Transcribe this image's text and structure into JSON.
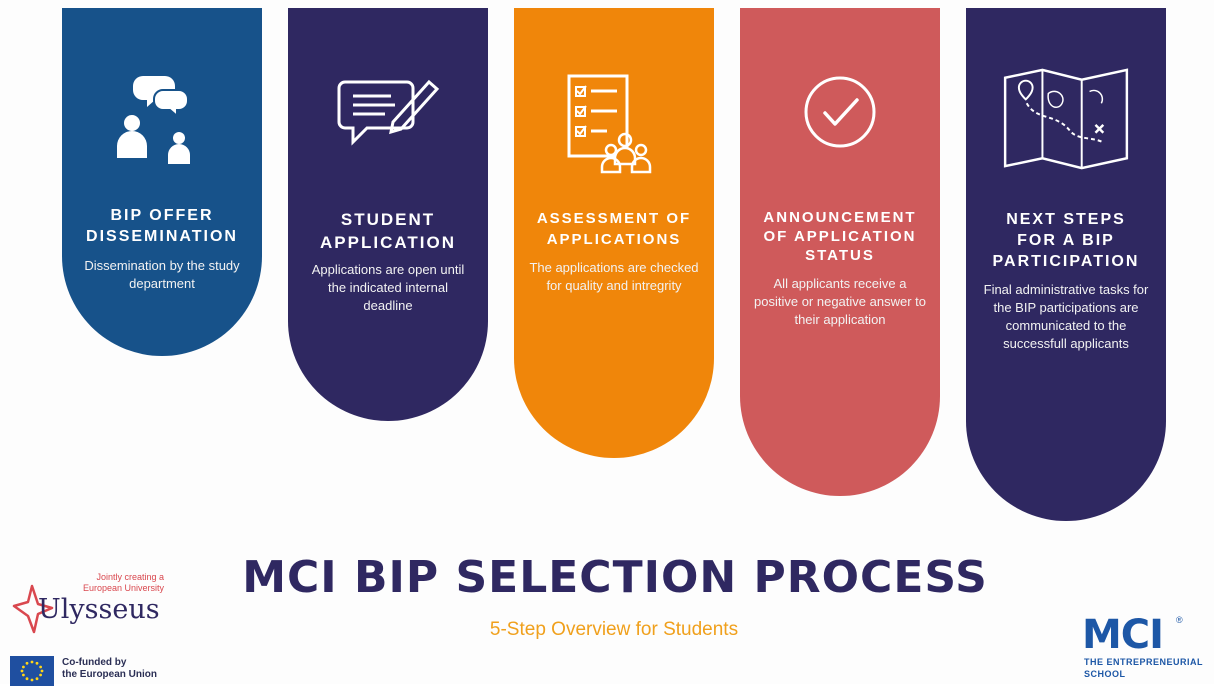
{
  "colors": {
    "step1": "#17528a",
    "step2": "#2f2861",
    "step3": "#f0860a",
    "step4": "#cf5a5b",
    "step5": "#2f2861",
    "title": "#2f2861",
    "subtitle": "#f0a01c"
  },
  "steps": [
    {
      "title": "BIP OFFER DISSEMINATION",
      "description": "Dissemination by the study department",
      "icon": "people-chat-icon"
    },
    {
      "title": "STUDENT APPLICATION",
      "description": "Applications are open until the indicated internal deadline",
      "icon": "speech-bubble-pencil-icon"
    },
    {
      "title": "ASSESSMENT OF APPLICATIONS",
      "description": "The applications are checked for quality and intregrity",
      "icon": "checklist-group-icon"
    },
    {
      "title": "ANNOUNCEMENT OF APPLICATION STATUS",
      "description": "All applicants receive a positive or negative answer to their application",
      "icon": "check-circle-icon"
    },
    {
      "title": "NEXT STEPS FOR A BIP PARTICIPATION",
      "description": "Final administrative tasks for the BIP participations are communicated to the successfull applicants",
      "icon": "map-icon"
    }
  ],
  "main_title": "MCI BIP SELECTION PROCESS",
  "subtitle": "5-Step Overview for Students",
  "ulysseus": {
    "tagline_1": "Jointly creating a",
    "tagline_2": "European University",
    "name": "Ulysseus"
  },
  "eu": {
    "line1": "Co-funded by",
    "line2": "the European Union"
  },
  "mci": {
    "logo": "MCI",
    "registered": "®",
    "line1": "THE ENTREPRENEURIAL",
    "line2": "SCHOOL"
  }
}
